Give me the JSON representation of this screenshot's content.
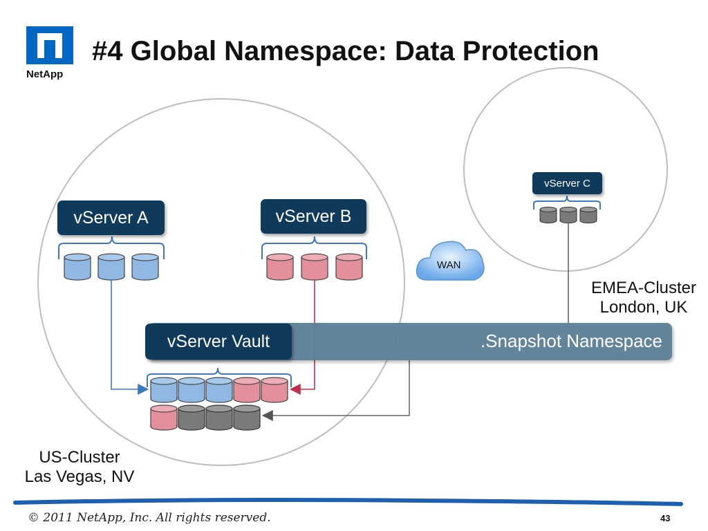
{
  "slide": {
    "title": "#4 Global Namespace: Data Protection",
    "logo_text": "NetApp",
    "page_number": "43",
    "copyright": "© 2011 NetApp, Inc. All rights reserved."
  },
  "vservers": {
    "a": "vServer A",
    "b": "vServer B",
    "c": "vServer C",
    "vault": "vServer Vault"
  },
  "namespace": ".Snapshot Namespace",
  "wan": "WAN",
  "clusters": {
    "us_line1": "US-Cluster",
    "us_line2": "Las Vegas, NV",
    "emea_line1": "EMEA-Cluster",
    "emea_line2": "London, UK"
  },
  "colors": {
    "blue_volume": "#8fb8e3",
    "red_volume": "#e3909c",
    "gray_volume": "#7a7a7a",
    "vserver_fill": "#0f3a5c",
    "namespace_bar": "#5b7f97",
    "brand_blue": "#0067c5"
  }
}
